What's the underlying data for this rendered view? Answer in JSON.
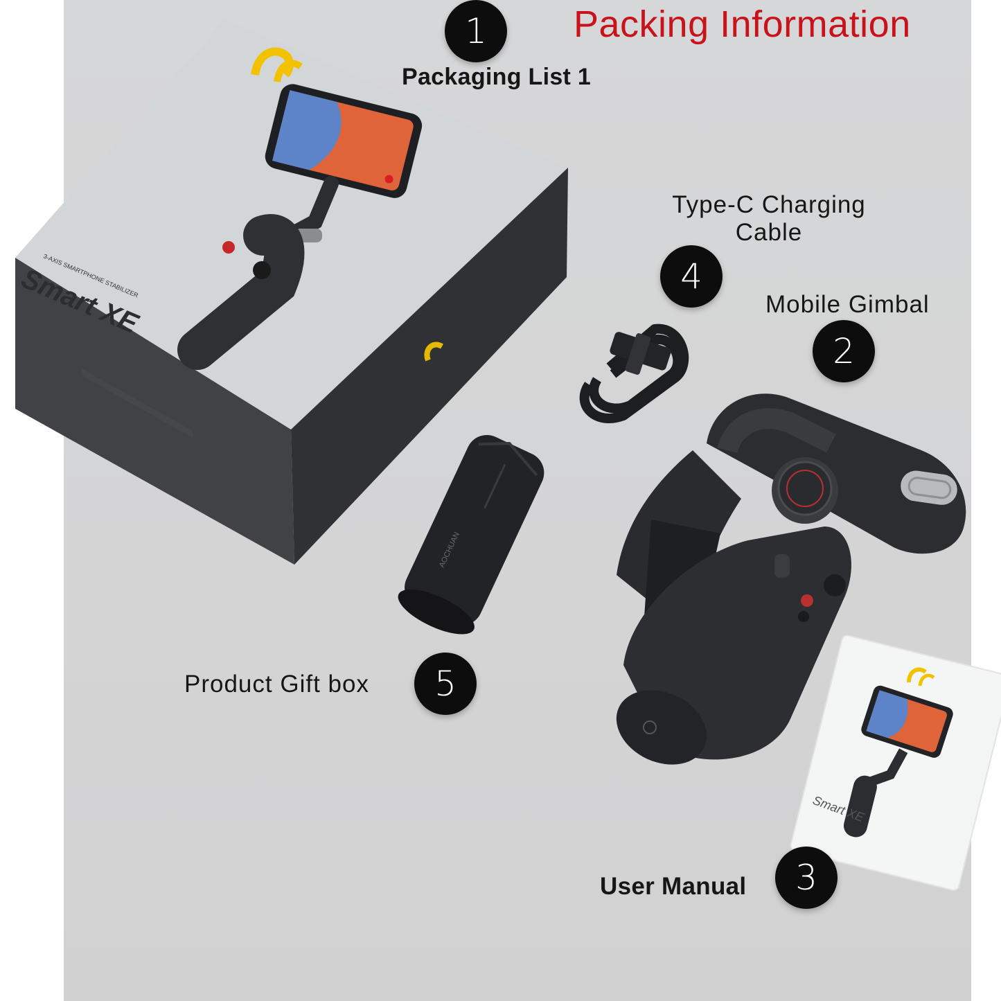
{
  "title": "Packing Information",
  "items": [
    {
      "number": "1",
      "label": "Packaging List 1"
    },
    {
      "number": "2",
      "label": "Mobile Gimbal"
    },
    {
      "number": "3",
      "label": "User Manual"
    },
    {
      "number": "4",
      "label": "Type-C Charging Cable"
    },
    {
      "number": "5",
      "label": "Product Gift box"
    }
  ],
  "box": {
    "subtitle": "3-AXIS SMARTPHONE STABILIZER",
    "product_name": "Smart XE"
  },
  "manual": {
    "product_name": "Smart XE"
  },
  "tripod": {
    "brand": "AOCHUAN"
  },
  "colors": {
    "title": "#c8131b",
    "badge": "#0d0d0d",
    "background": "#d5d5d6",
    "logo": "#f2c200"
  }
}
